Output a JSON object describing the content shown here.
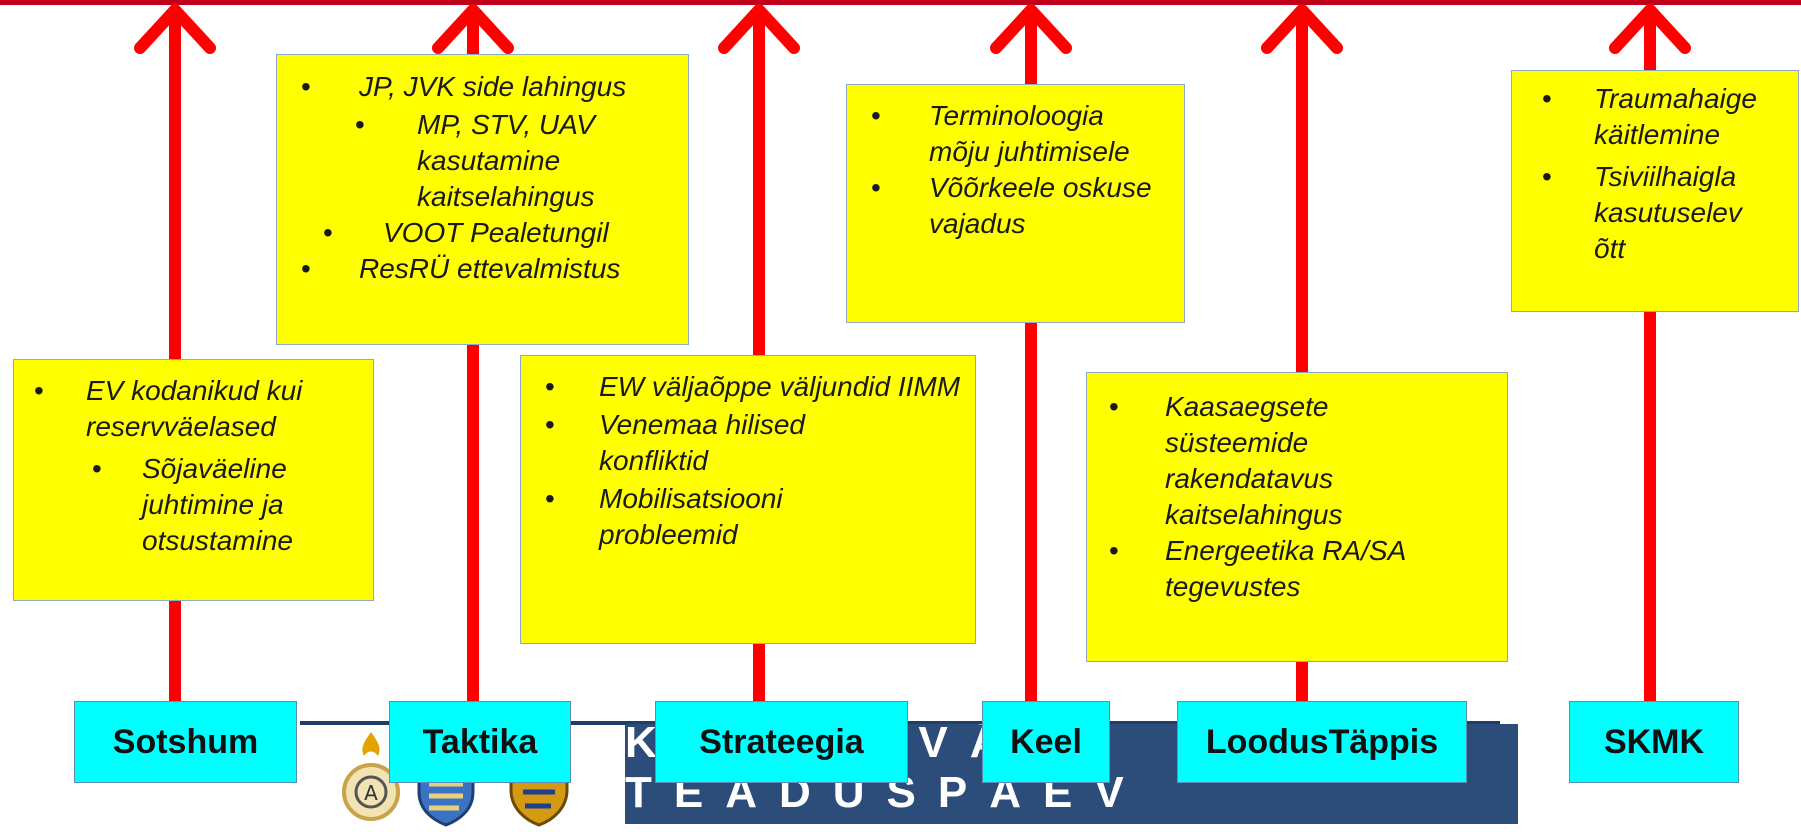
{
  "columns": [
    {
      "label": "Sotshum",
      "items": [
        "EV kodanikud kui reservväelased",
        "Sõjaväeline juhtimine ja otsustamine"
      ]
    },
    {
      "label": "Taktika",
      "items": [
        "JP, JVK side lahingus",
        "MP, STV, UAV kasutamine kaitselahingus",
        "VOOT Pealetungil",
        "ResRÜ ettevalmistus"
      ]
    },
    {
      "label": "Strateegia",
      "items": [
        "EW väljaõppe väljundid IIMM",
        "Venemaa hilised konfliktid",
        "Mobilisatsiooni probleemid"
      ]
    },
    {
      "label": "Keel",
      "items": [
        "Terminoloogia mõju juhtimisele",
        "Võõrkeele oskuse vajadus"
      ]
    },
    {
      "label": "LoodusTäppis",
      "items": [
        "Kaasaegsete süsteemide rakendatavus kaitselahingus",
        "Energeetika RA/SA tegevustes"
      ]
    },
    {
      "label": "SKMK",
      "items": [
        "Traumahaige käitlemine",
        "Tsiviilhaigla kasutuselevõtt"
      ]
    }
  ],
  "footer": {
    "banner_text": "KAITSEVÄE TEADUSPÄEV"
  },
  "colors": {
    "arrow": "#ff0000",
    "box": "#ffff00",
    "label": "#00ffff",
    "banner": "#2c4d7a"
  }
}
